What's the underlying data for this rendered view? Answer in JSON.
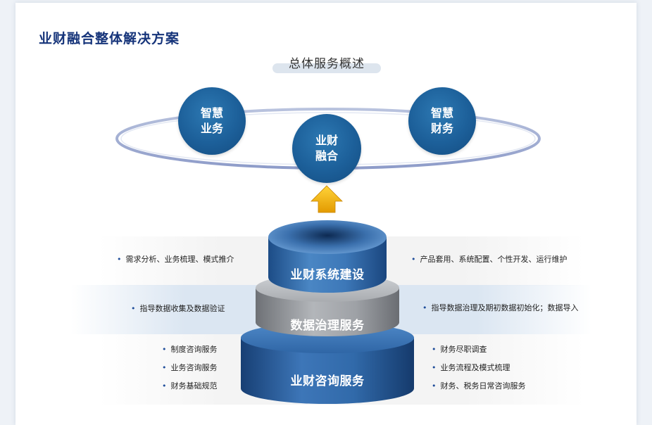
{
  "page_title": "业财融合整体解决方案",
  "overview_title": "总体服务概述",
  "bubbles": {
    "left": [
      "智慧",
      "业务"
    ],
    "center": [
      "业财",
      "融合"
    ],
    "right": [
      "智慧",
      "财务"
    ]
  },
  "tiers": {
    "top": {
      "label": "业财系统建设",
      "left": [
        "需求分析、业务梳理、模式推介"
      ],
      "right": [
        "产品套用、系统配置、个性开发、运行维护"
      ]
    },
    "middle": {
      "label": "数据治理服务",
      "left": [
        "指导数据收集及数据验证"
      ],
      "right": [
        "指导数据治理及期初数据初始化；数据导入"
      ]
    },
    "bottom": {
      "label": "业财咨询服务",
      "left": [
        "制度咨询服务",
        "业务咨询服务",
        "财务基础规范"
      ],
      "right": [
        "财务尽职调查",
        "业务流程及模式梳理",
        "财务、税务日常咨询服务"
      ]
    }
  },
  "colors": {
    "title": "#16347a",
    "bubble": "#1c5f99",
    "tier_top": "#2a63a3",
    "tier_middle": "#8c8f94",
    "tier_bottom": "#1f4f8f",
    "arrow": "#f2b705"
  }
}
